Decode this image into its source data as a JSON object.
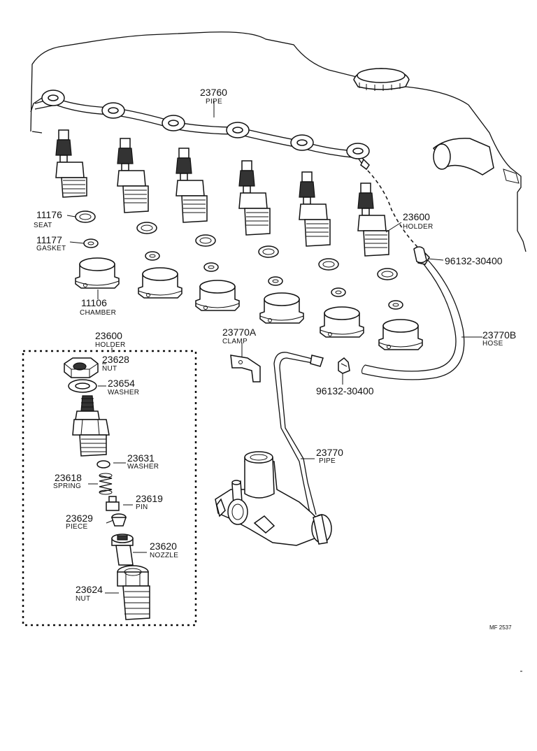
{
  "callouts": [
    {
      "id": "p23760",
      "number": "23760",
      "name": "PIPE"
    },
    {
      "id": "p11176",
      "number": "11176",
      "name": "SEAT"
    },
    {
      "id": "p11177",
      "number": "11177",
      "name": "GASKET"
    },
    {
      "id": "p23600a",
      "number": "23600",
      "name": "HOLDER"
    },
    {
      "id": "p96132a",
      "number": "96132-30400",
      "name": ""
    },
    {
      "id": "p11106",
      "number": "11106",
      "name": "CHAMBER"
    },
    {
      "id": "p23770b",
      "number": "23770B",
      "name": "HOSE"
    },
    {
      "id": "p23770a",
      "number": "23770A",
      "name": "CLAMP"
    },
    {
      "id": "p96132b",
      "number": "96132-30400",
      "name": ""
    },
    {
      "id": "p23600b",
      "number": "23600",
      "name": "HOLDER"
    },
    {
      "id": "p23628",
      "number": "23628",
      "name": "NUT"
    },
    {
      "id": "p23654",
      "number": "23654",
      "name": "WASHER"
    },
    {
      "id": "p23631",
      "number": "23631",
      "name": "WASHER"
    },
    {
      "id": "p23618",
      "number": "23618",
      "name": "SPRING"
    },
    {
      "id": "p23619",
      "number": "23619",
      "name": "PIN"
    },
    {
      "id": "p23629",
      "number": "23629",
      "name": "PIECE"
    },
    {
      "id": "p23620",
      "number": "23620",
      "name": "NOZZLE"
    },
    {
      "id": "p23624",
      "number": "23624",
      "name": "NUT"
    },
    {
      "id": "p23770",
      "number": "23770",
      "name": "PIPE"
    }
  ],
  "diagram_ref": "MF 2537"
}
